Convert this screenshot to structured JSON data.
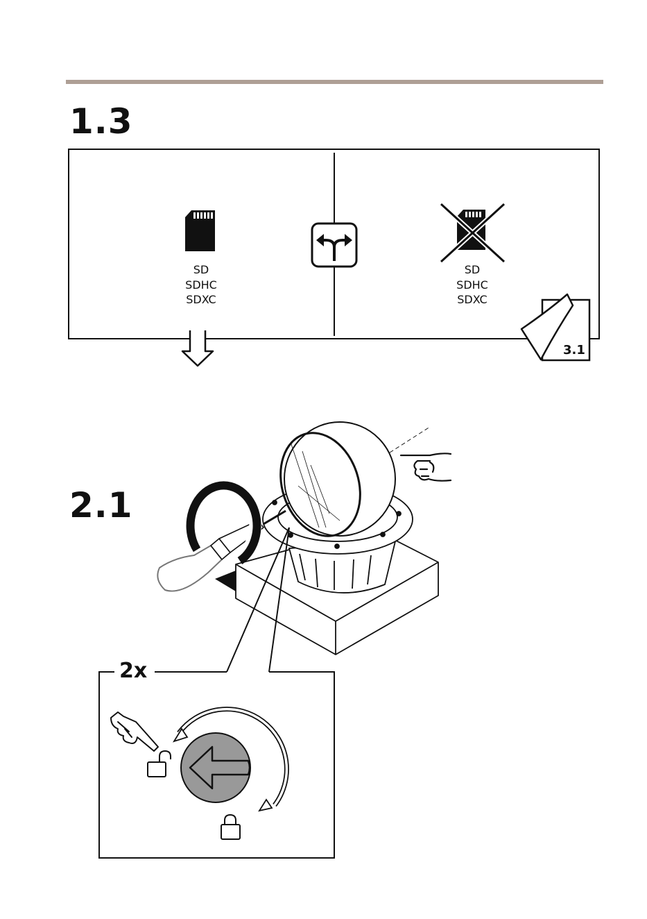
{
  "step_1": {
    "number": "1.3"
  },
  "sd_supported": {
    "lines": [
      "SD",
      "SDHC",
      "SDXC"
    ]
  },
  "sd_not_supported": {
    "lines": [
      "SD",
      "SDHC",
      "SDXC"
    ]
  },
  "page_reference": "3.1",
  "step_2": {
    "number": "2.1",
    "repeat": "2x"
  },
  "icons": {
    "sd_card": "sd-card-icon",
    "choice": "choice-fork-icon",
    "sd_card_crossed": "sd-card-crossed-icon",
    "down_arrow": "down-arrow-icon",
    "page_turn": "page-turn-icon",
    "hand": "pointing-hand-icon",
    "lock_open": "lock-open-icon",
    "lock_closed": "lock-closed-icon",
    "rotate": "rotate-arrow-icon"
  },
  "colors": {
    "rule": "#ae9f95",
    "dark_fill": "#111111",
    "knob_fill": "#999999"
  }
}
